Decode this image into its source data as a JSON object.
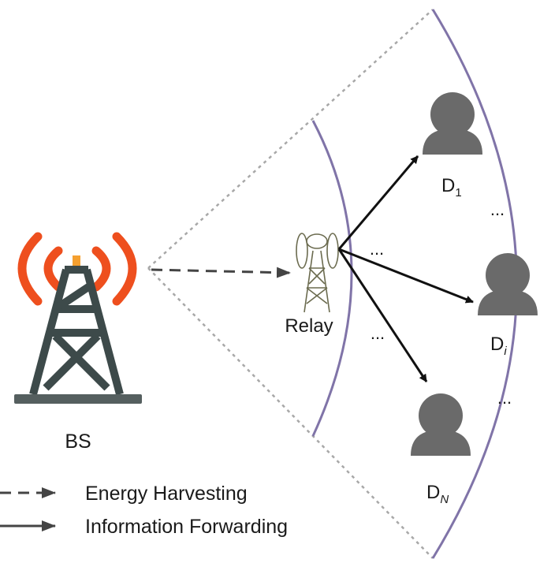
{
  "nodes": {
    "bs": "BS",
    "relay": "Relay",
    "users": [
      {
        "base": "D",
        "sub": "1",
        "italic": false
      },
      {
        "base": "D",
        "sub": "i",
        "italic": true
      },
      {
        "base": "D",
        "sub": "N",
        "italic": true
      }
    ]
  },
  "ellipsis": "...",
  "legend": {
    "dashed": "Energy Harvesting",
    "solid": "Information Forwarding"
  },
  "colors": {
    "arc": "#8074a8",
    "sector": "#a8a8a8",
    "tower": "#3d4a4a",
    "tower_base": "#555f5f",
    "waves": "#ee4f1e",
    "user": "#6a6a6a",
    "arrow": "#111111",
    "dashed_arrow": "#444444"
  }
}
